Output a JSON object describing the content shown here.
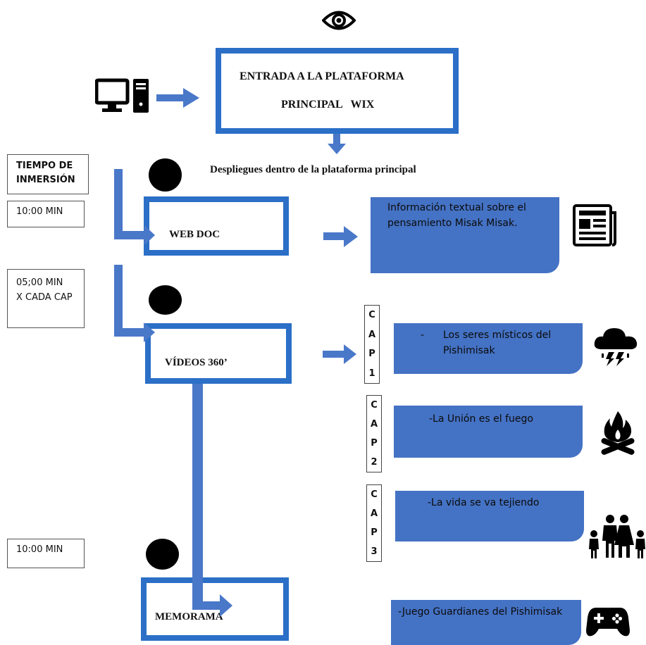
{
  "colors": {
    "accent": "#2b6fc7",
    "card": "#4472c4",
    "arrow": "#4a78c9"
  },
  "top": {
    "icon": "eye-icon",
    "device_icon": "computer-icon",
    "main_box": {
      "line1": "ENTRADA A LA PLATAFORMA",
      "line2": "PRINCIPAL   WIX"
    },
    "subtitle": "Despliegues dentro de la plataforma principal"
  },
  "times": [
    {
      "label_line1": "TIEMPO DE",
      "label_line2": "INMERSIÓN"
    },
    {
      "value": "10:00 MIN"
    },
    {
      "line1": "05;00 MIN",
      "line2": "X CADA CAP"
    },
    {
      "value": "10:00 MIN"
    }
  ],
  "sections": {
    "webdoc": {
      "label": "WEB DOC",
      "card": "Información textual sobre el pensamiento Misak Misak.",
      "icon": "newspaper-icon"
    },
    "videos": {
      "label": "VÍDEOS 360’"
    },
    "memorama": {
      "label": "MEMORAMA",
      "card": "-Juego Guardianes del Pishimisak",
      "icon": "gamepad-icon"
    }
  },
  "chapters": [
    {
      "letters": [
        "C",
        "A",
        "P",
        "1"
      ],
      "text_prefix": "-",
      "text": "Los seres místicos del Pishimisak",
      "icon": "storm-cloud-icon"
    },
    {
      "letters": [
        "C",
        "A",
        "P",
        "2"
      ],
      "text": "-La Unión es el fuego",
      "icon": "campfire-icon"
    },
    {
      "letters": [
        "C",
        "A",
        "P",
        "3"
      ],
      "text": "-La vida se va tejiendo",
      "icon": "family-icon"
    }
  ]
}
